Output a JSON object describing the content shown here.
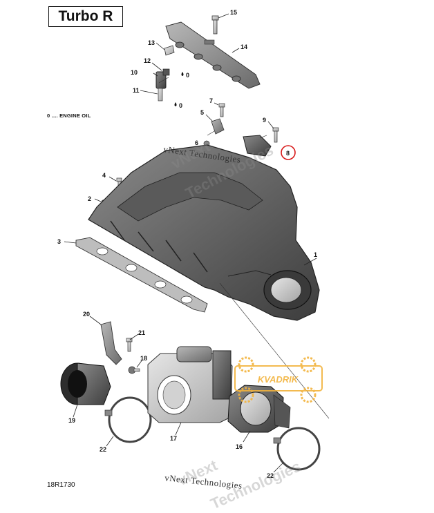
{
  "title": "Turbo R",
  "legend": "0 .... ENGINE OIL",
  "diagram_ref": "18R1730",
  "watermark": {
    "line1": "vNext",
    "line2": "Technologies",
    "footer": "vNext Technologies"
  },
  "logo": {
    "text": "KVADRIK",
    "color": "#f2b33d"
  },
  "highlight_color": "#d81818",
  "callouts": {
    "p1": "1",
    "p2": "2",
    "p3": "3",
    "p4": "4",
    "p5": "5",
    "p6": "6",
    "p7": "7",
    "p8": "8",
    "p9": "9",
    "p10": "10",
    "p11": "11",
    "p12": "12",
    "p13": "13",
    "p14": "14",
    "p15": "15",
    "p16": "16",
    "p17": "17",
    "p18": "18",
    "p19": "19",
    "p20": "20",
    "p21": "21",
    "p22a": "22",
    "p22b": "22"
  },
  "oil_marks": {
    "m1": "0",
    "m2": "0"
  }
}
